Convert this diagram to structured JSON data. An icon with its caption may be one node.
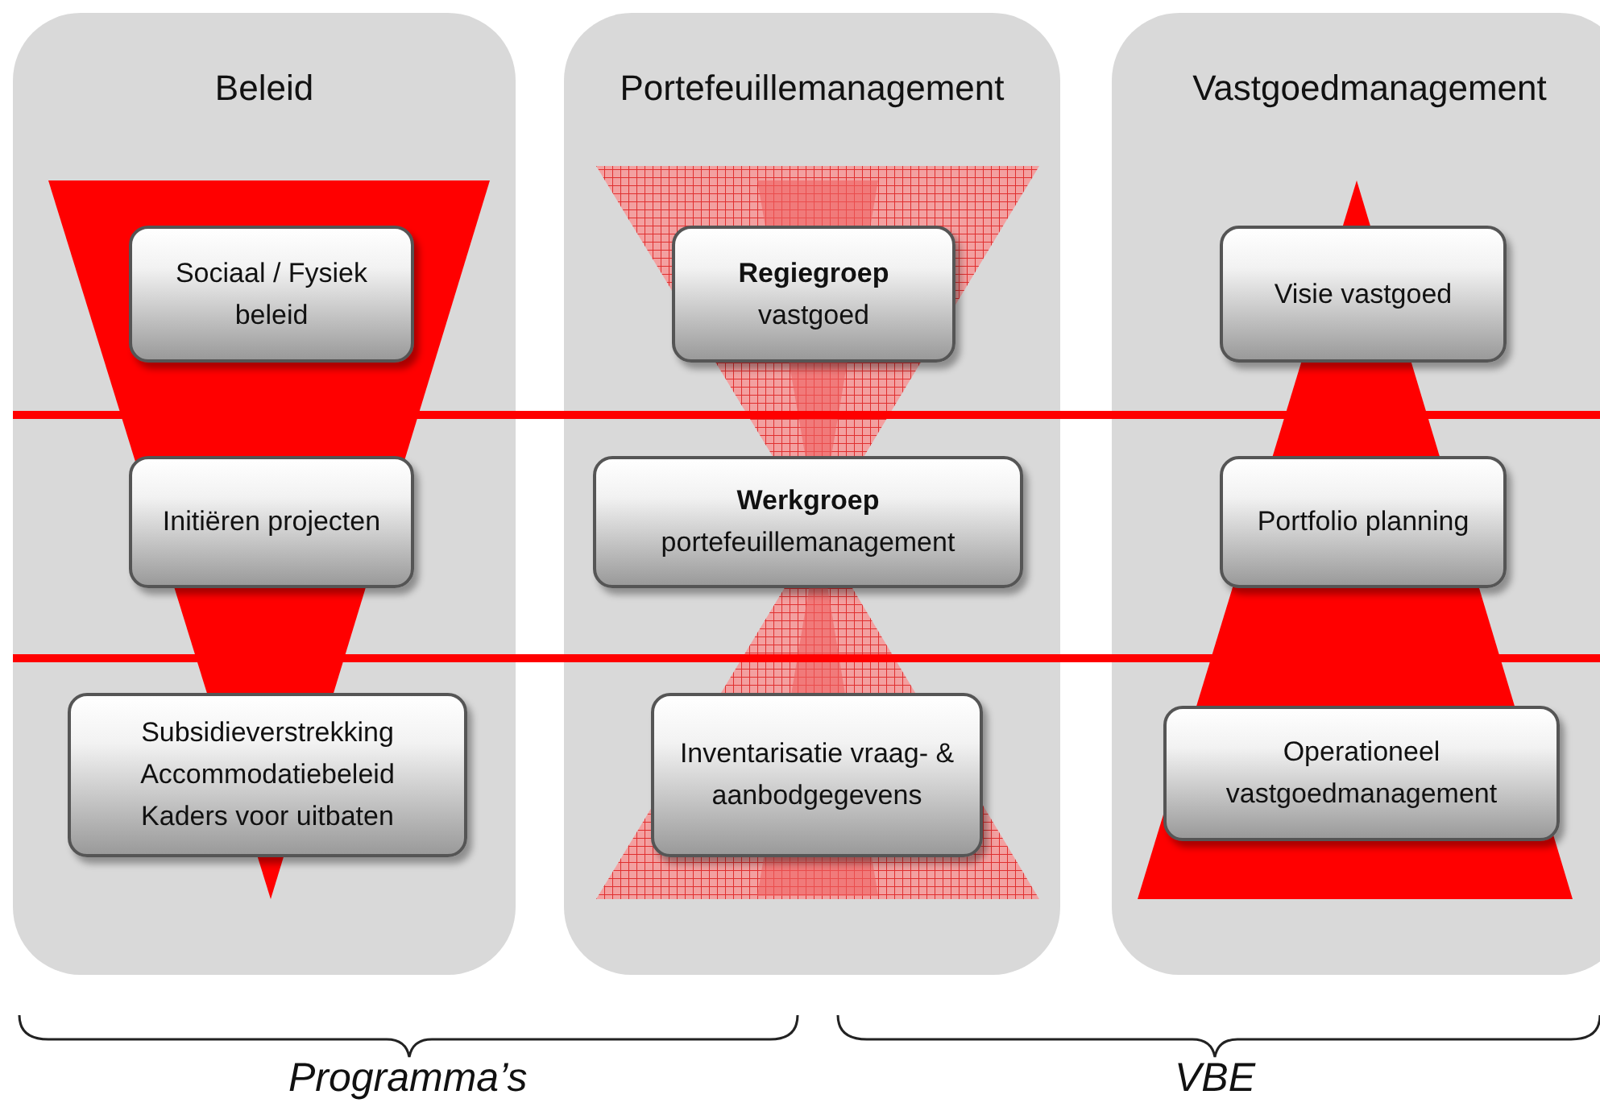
{
  "diagram": {
    "nodes": [
      {
        "text": [
          "Beleid"
        ]
      },
      {
        "text": [
          "Sociaal / Fysiek beleid"
        ],
        "in": 0
      },
      {
        "text": [
          "Initiëren projecten"
        ],
        "in": 0
      },
      {
        "text": [
          "Subsidieverstrekking",
          "Accommodatiebeleid",
          "Kaders voor uitbaten"
        ],
        "in": 0
      },
      {
        "text": [
          "Portefeuillemanagement"
        ]
      },
      {
        "text": [
          "**Regiegroep** vastgoed"
        ],
        "in": 4
      },
      {
        "text": [
          "**Werkgroep** portefeuillemanagement"
        ],
        "in": 4
      },
      {
        "text": [
          "Inventarisatie vraag- & aanbodgegevens"
        ],
        "in": 4
      },
      {
        "text": [
          "Vastgoedmanagement"
        ]
      },
      {
        "text": [
          "Visie vastgoed"
        ],
        "in": 8
      },
      {
        "text": [
          "Portfolio planning"
        ],
        "in": 8
      },
      {
        "text": [
          "Operationeel vastgoedmanagement"
        ],
        "in": 8
      }
    ],
    "edges": [],
    "labels": [
      "Programma’s",
      "VBE"
    ]
  }
}
